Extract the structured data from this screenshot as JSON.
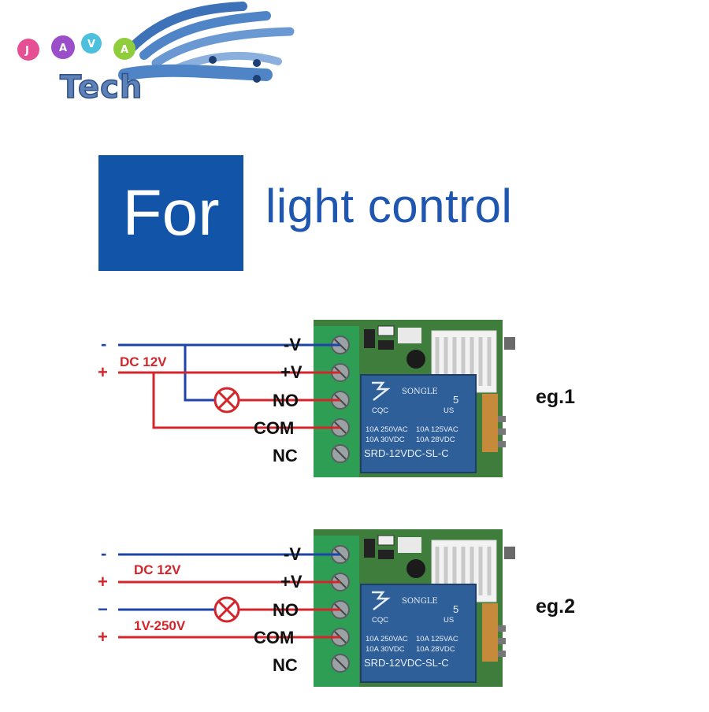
{
  "logo": {
    "letters": [
      "J",
      "A",
      "V",
      "A"
    ],
    "word": "Tech"
  },
  "heading": {
    "boxed": "For",
    "rest": "light control"
  },
  "diagrams": [
    {
      "label": "eg.1",
      "terminals": [
        "-V",
        "+V",
        "NO",
        "COM",
        "NC"
      ],
      "source_labels": [
        "DC 12V"
      ],
      "signs": [
        "-",
        "+"
      ]
    },
    {
      "label": "eg.2",
      "terminals": [
        "-V",
        "+V",
        "NO",
        "COM",
        "NC"
      ],
      "source_labels": [
        "DC 12V",
        "1V-250V"
      ],
      "signs": [
        "-",
        "+",
        "−",
        "+"
      ]
    }
  ],
  "relay": {
    "brand": "SONGLE",
    "rating_left_1": "10A 250VAC",
    "rating_left_2": "10A 30VDC",
    "rating_right_1": "10A 125VAC",
    "rating_right_2": "10A 28VDC",
    "model": "SRD-12VDC-SL-C",
    "pin_number": "5",
    "cert_mark": "CQC",
    "ul_mark": "US"
  },
  "colors": {
    "negative_wire": "#1d44a8",
    "positive_wire": "#d4252b",
    "relay_body": "#2f5f99",
    "terminal_block": "#2f9e55",
    "pcb": "#3f7d3c",
    "heading_box": "#1255a8"
  }
}
